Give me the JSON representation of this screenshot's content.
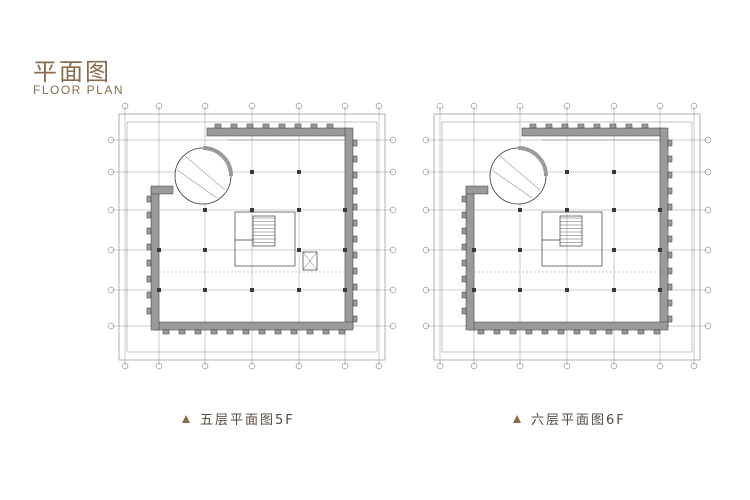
{
  "header": {
    "title_zh": "平面图",
    "title_en": "FLOOR PLAN"
  },
  "plans": [
    {
      "caption": "五层平面图5F"
    },
    {
      "caption": "六层平面图6F"
    }
  ],
  "colors": {
    "accent": "#8a6b4c",
    "line": "#3a3a3a",
    "wall_fill": "#9a9a9a"
  },
  "icons": [
    "triangle-up-icon"
  ]
}
